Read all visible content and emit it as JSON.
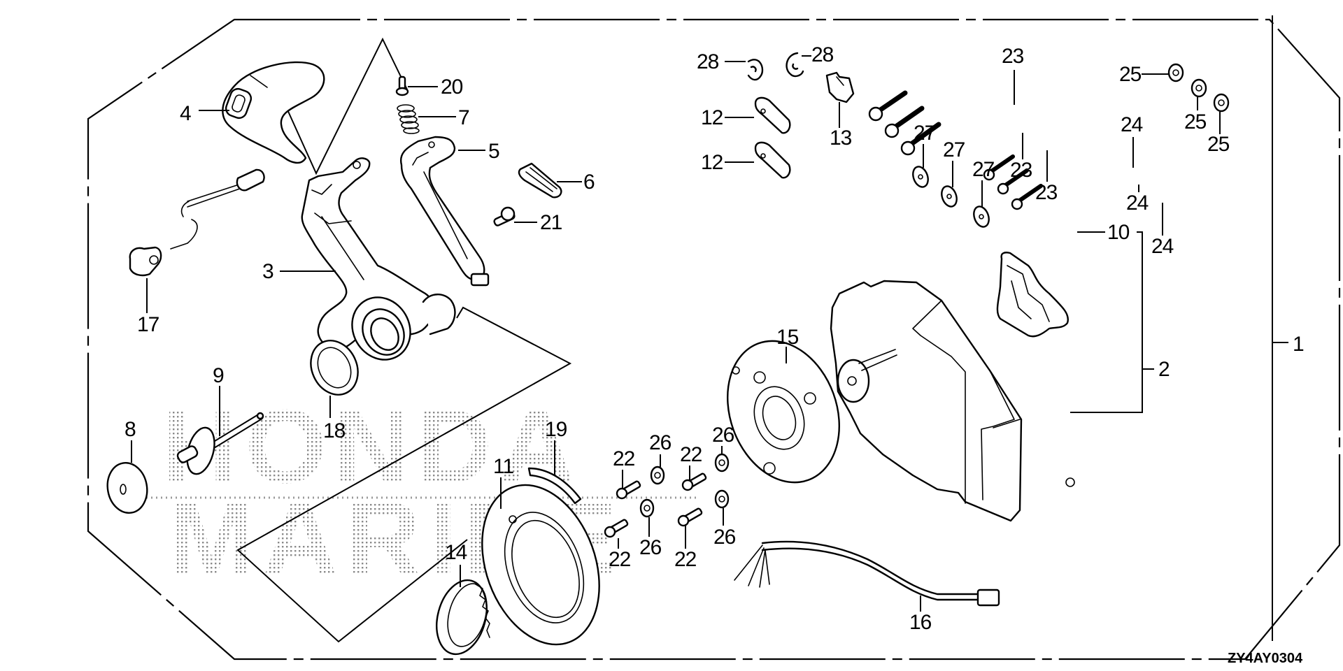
{
  "diagram": {
    "type": "exploded-parts-diagram",
    "drawing_code": "ZY4AY0304",
    "watermark": {
      "line1": "HONDA",
      "line2": "MARINE"
    },
    "callouts": [
      {
        "id": "c1",
        "label": "1"
      },
      {
        "id": "c2",
        "label": "2"
      },
      {
        "id": "c3",
        "label": "3"
      },
      {
        "id": "c4",
        "label": "4"
      },
      {
        "id": "c5",
        "label": "5"
      },
      {
        "id": "c6",
        "label": "6"
      },
      {
        "id": "c7",
        "label": "7"
      },
      {
        "id": "c8",
        "label": "8"
      },
      {
        "id": "c9",
        "label": "9"
      },
      {
        "id": "c10",
        "label": "10"
      },
      {
        "id": "c11",
        "label": "11"
      },
      {
        "id": "c12a",
        "label": "12"
      },
      {
        "id": "c12b",
        "label": "12"
      },
      {
        "id": "c13",
        "label": "13"
      },
      {
        "id": "c14",
        "label": "14"
      },
      {
        "id": "c15",
        "label": "15"
      },
      {
        "id": "c16",
        "label": "16"
      },
      {
        "id": "c17",
        "label": "17"
      },
      {
        "id": "c18",
        "label": "18"
      },
      {
        "id": "c19",
        "label": "19"
      },
      {
        "id": "c20",
        "label": "20"
      },
      {
        "id": "c21",
        "label": "21"
      },
      {
        "id": "c22a",
        "label": "22"
      },
      {
        "id": "c22b",
        "label": "22"
      },
      {
        "id": "c22c",
        "label": "22"
      },
      {
        "id": "c22d",
        "label": "22"
      },
      {
        "id": "c23a",
        "label": "23"
      },
      {
        "id": "c23b",
        "label": "23"
      },
      {
        "id": "c23c",
        "label": "23"
      },
      {
        "id": "c24a",
        "label": "24"
      },
      {
        "id": "c24b",
        "label": "24"
      },
      {
        "id": "c24c",
        "label": "24"
      },
      {
        "id": "c25a",
        "label": "25"
      },
      {
        "id": "c25b",
        "label": "25"
      },
      {
        "id": "c25c",
        "label": "25"
      },
      {
        "id": "c26a",
        "label": "26"
      },
      {
        "id": "c26b",
        "label": "26"
      },
      {
        "id": "c26c",
        "label": "26"
      },
      {
        "id": "c26d",
        "label": "26"
      },
      {
        "id": "c27a",
        "label": "27"
      },
      {
        "id": "c27b",
        "label": "27"
      },
      {
        "id": "c27c",
        "label": "27"
      },
      {
        "id": "c28a",
        "label": "28"
      },
      {
        "id": "c28b",
        "label": "28"
      }
    ]
  }
}
